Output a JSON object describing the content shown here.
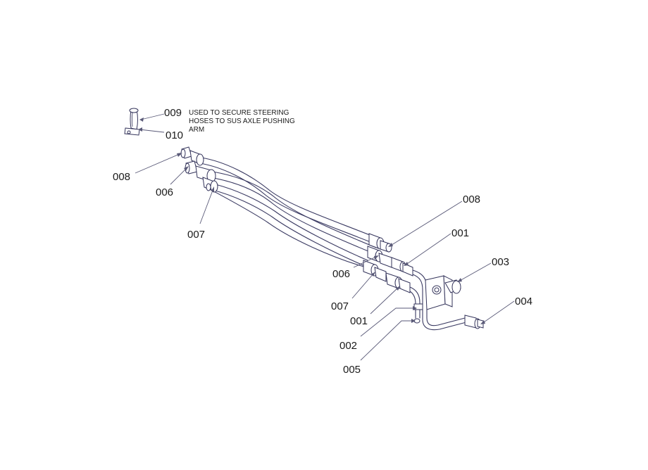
{
  "note": {
    "line1": "USED TO SECURE STEERING",
    "line2": "HOSES TO SUS AXLE PUSHING",
    "line3": "ARM"
  },
  "callouts": {
    "c009": "009",
    "c010": "010",
    "c008_left": "008",
    "c006_left": "006",
    "c007_left": "007",
    "c008_right": "008",
    "c001_upper": "001",
    "c003": "003",
    "c004": "004",
    "c006_right": "006",
    "c007_right": "007",
    "c001_lower": "001",
    "c002": "002",
    "c005": "005"
  }
}
